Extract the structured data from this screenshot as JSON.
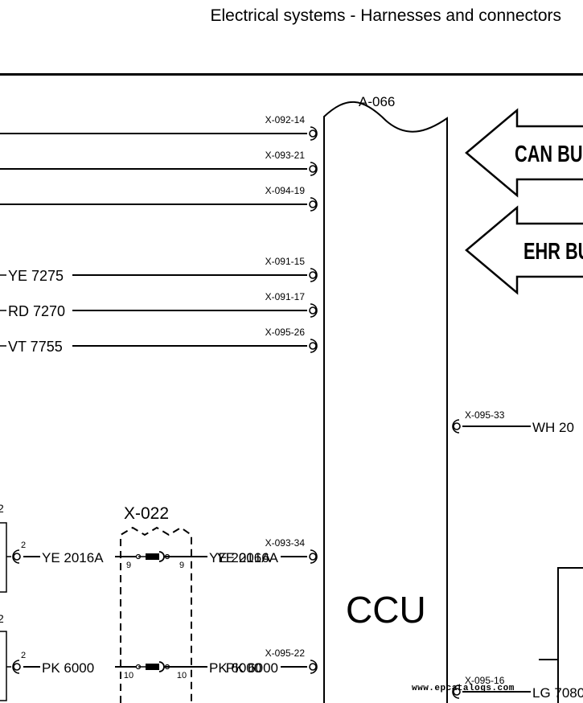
{
  "header": {
    "title": "Electrical systems - Harnesses and connectors"
  },
  "watermark": "www.epcatalogs.com",
  "diagram": {
    "module": {
      "ref": "A-066",
      "name": "CCU"
    },
    "bus_arrows": [
      "CAN BUS",
      "EHR BUS"
    ],
    "left_pins": [
      {
        "pin": "X-092-14",
        "wire": ""
      },
      {
        "pin": "X-093-21",
        "wire": ""
      },
      {
        "pin": "X-094-19",
        "wire": ""
      },
      {
        "pin": "X-091-15",
        "wire": "YE 7275"
      },
      {
        "pin": "X-091-17",
        "wire": "RD 7270"
      },
      {
        "pin": "X-095-26",
        "wire": "VT 7755"
      },
      {
        "pin": "X-093-34",
        "wire": "YE 2016A"
      },
      {
        "pin": "X-095-22",
        "wire": "PK 6000"
      }
    ],
    "right_pins": [
      {
        "pin": "X-095-33",
        "wire": "WH 20"
      },
      {
        "pin": "X-095-16",
        "wire": "LG 7080"
      }
    ],
    "connector": {
      "name": "X-022",
      "rows": [
        {
          "left_wire": "YE 2016A",
          "left_pin": "9",
          "right_pin": "9",
          "right_wire": "YE 2016A"
        },
        {
          "left_wire": "PK 6000",
          "left_pin": "10",
          "right_pin": "10",
          "right_wire": "PK 6000"
        }
      ]
    },
    "left_component_pins": [
      "2",
      "2"
    ],
    "cut_labels": [
      "2",
      "2"
    ]
  }
}
